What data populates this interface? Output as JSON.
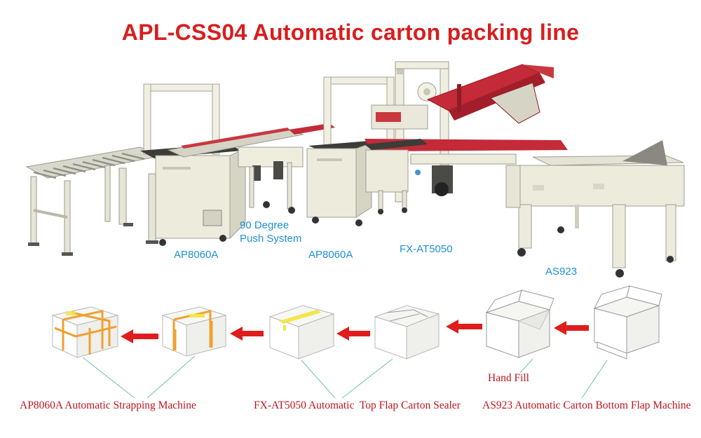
{
  "title": "APL-CSS04 Automatic carton packing line",
  "machine_labels": {
    "ap8060a_left": "AP8060A",
    "push_system_line1": "90 Degree",
    "push_system_line2": "Push System",
    "ap8060a_mid": "AP8060A",
    "fx_at5050": "FX-AT5050",
    "as923": "AS923"
  },
  "process_labels": {
    "hand_fill": "Hand Fill",
    "strapping": "AP8060A Automatic Strapping Machine",
    "sealer": "FX-AT5050 Automatic  Top Flap Carton Sealer",
    "bottom_flap": "AS923 Automatic Carton Bottom Flap Machine"
  },
  "colors": {
    "title": "#d81e1e",
    "machine_label": "#1f8fd8",
    "process_label": "#c0141e",
    "arrow": "#e01c1c",
    "leader_line": "#6fc79a",
    "machine_frame": "#ecebdc",
    "machine_red": "#c42a38",
    "strap_orange": "#f0a030",
    "tape_yellow": "#f2e64a"
  }
}
